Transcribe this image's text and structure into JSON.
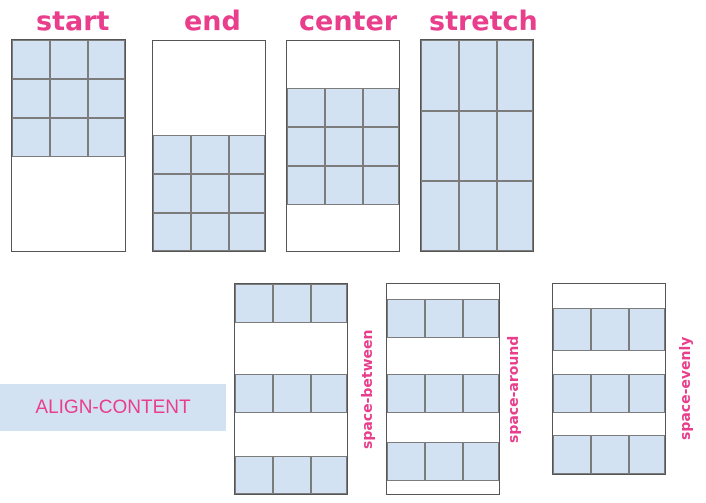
{
  "titles": {
    "start": "start",
    "end": "end",
    "center": "center",
    "stretch": "stretch"
  },
  "distribution_labels": {
    "space_between": "space-between",
    "space_around": "space-around",
    "space_evenly": "space-evenly"
  },
  "badge_text": "ALIGN-CONTENT",
  "colors": {
    "accent": "#e83e8c",
    "track_fill": "#d3e2f2",
    "border": "#555555"
  }
}
